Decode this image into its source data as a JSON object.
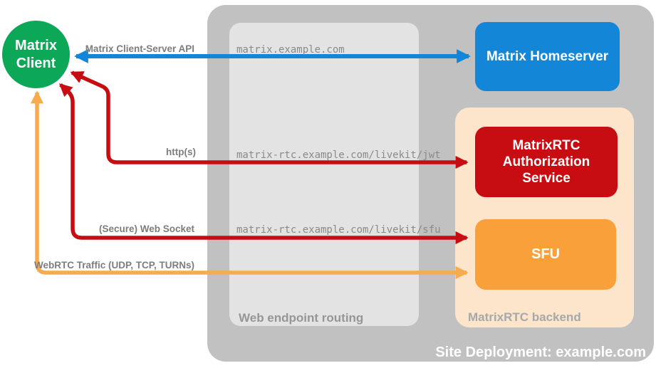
{
  "client_node": {
    "line1": "Matrix",
    "line2": "Client",
    "color": "#0ca858"
  },
  "containers": {
    "site_deployment": {
      "label": "Site Deployment: example.com",
      "color": "#c1c1c1"
    },
    "web_endpoint_routing": {
      "label": "Web endpoint routing",
      "color": "#e3e3e3"
    },
    "matrixrtc_backend": {
      "label": "MatrixRTC backend",
      "color": "#fde5cc"
    }
  },
  "nodes": {
    "homeserver": {
      "label": "Matrix Homeserver",
      "color": "#1386d8"
    },
    "authorization_service": {
      "label": "MatrixRTC Authorization Service",
      "color": "#c80d12"
    },
    "sfu": {
      "label": "SFU",
      "color": "#f9a03b"
    }
  },
  "endpoints": {
    "homeserver_url": "matrix.example.com",
    "jwt_url": "matrix-rtc.example.com/livekit/jwt",
    "sfu_url": "matrix-rtc.example.com/livekit/sfu"
  },
  "arrows": {
    "client_server_api": {
      "label": "Matrix Client-Server API",
      "color": "#1386d8",
      "direction": "bidirectional"
    },
    "https": {
      "label": "http(s)",
      "color": "#c80d12",
      "direction": "bidirectional"
    },
    "web_socket": {
      "label": "(Secure) Web Socket",
      "color": "#c80d12",
      "direction": "bidirectional"
    },
    "webrtc_traffic": {
      "label": "WebRTC Traffic (UDP, TCP, TURNs)",
      "color": "#f8ab4e",
      "direction": "bidirectional"
    }
  }
}
